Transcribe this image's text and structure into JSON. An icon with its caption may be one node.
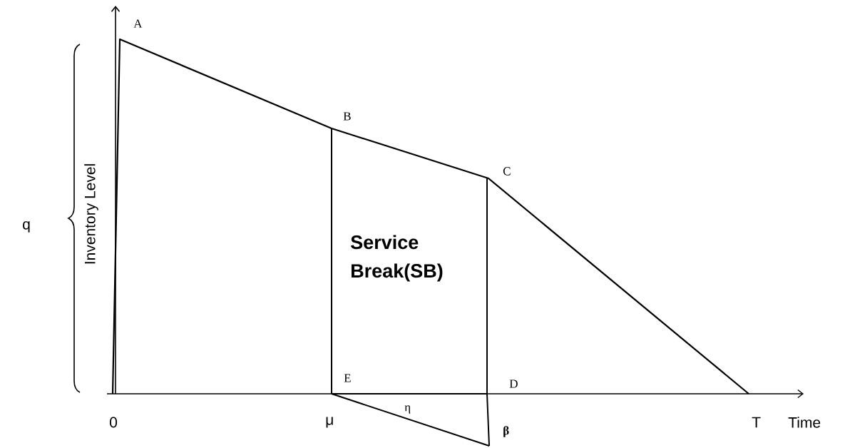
{
  "diagram": {
    "labels": [
      "A",
      "B",
      "C",
      "q",
      "Inventory Level",
      "Service Break(SB)",
      "E",
      "D",
      "η",
      "0",
      "μ",
      "β",
      "T",
      "Time"
    ]
  }
}
